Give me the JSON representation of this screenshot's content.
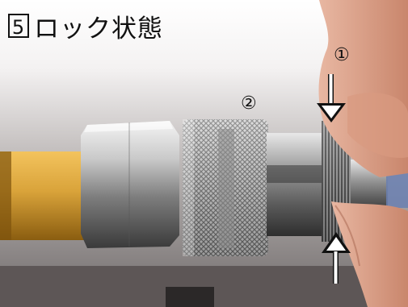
{
  "title": {
    "step_number": "5",
    "text": "ロック状態"
  },
  "markers": {
    "marker_1": "①",
    "marker_2": "②"
  }
}
